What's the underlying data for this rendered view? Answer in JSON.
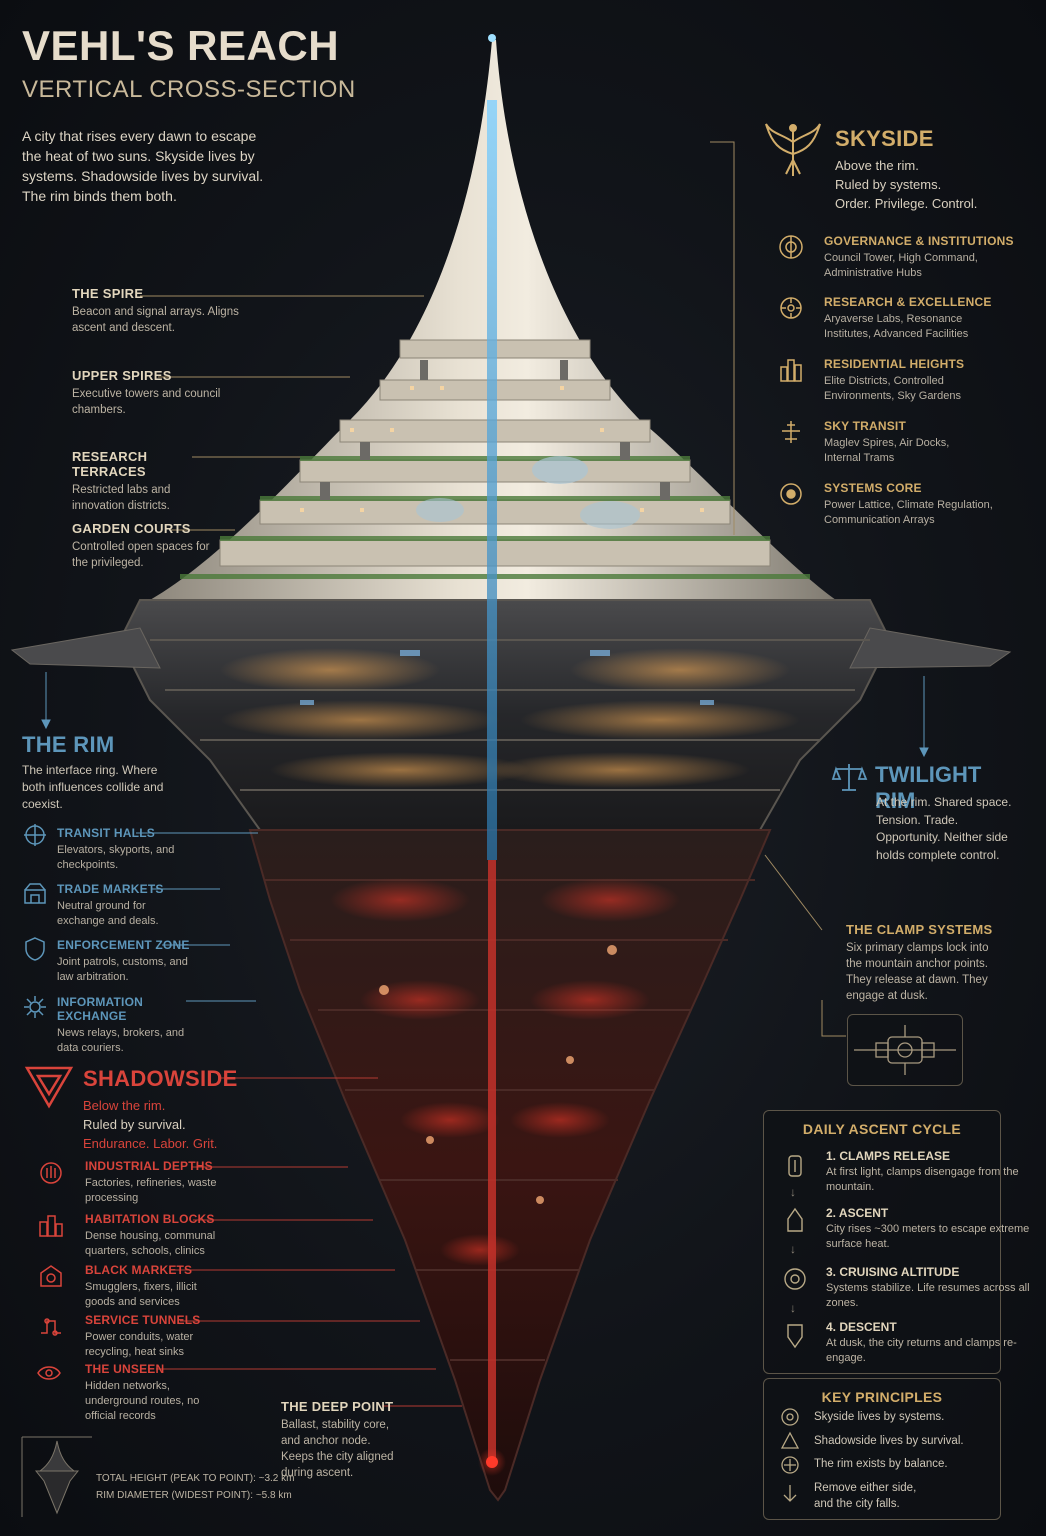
{
  "header": {
    "title": "VEHL'S REACH",
    "subtitle": "VERTICAL CROSS-SECTION",
    "intro": "A city that rises every dawn to escape the heat of two suns. Skyside lives by systems. Shadowside lives by survival. The rim binds them both."
  },
  "left_callouts": [
    {
      "title": "THE SPIRE",
      "desc": "Beacon and signal arrays. Aligns ascent and descent."
    },
    {
      "title": "UPPER SPIRES",
      "desc": "Executive towers and council chambers."
    },
    {
      "title": "RESEARCH TERRACES",
      "desc": "Restricted labs and innovation districts."
    },
    {
      "title": "GARDEN COURTS",
      "desc": "Controlled open spaces for the privileged."
    }
  ],
  "skyside": {
    "heading": "SKYSIDE",
    "lines": [
      "Above the rim.",
      "Ruled by systems.",
      "Order. Privilege. Control."
    ],
    "items": [
      {
        "title": "GOVERNANCE & INSTITUTIONS",
        "desc": "Council Tower, High Command, Administrative Hubs",
        "icon": "governance-icon"
      },
      {
        "title": "RESEARCH & EXCELLENCE",
        "desc": "Aryaverse Labs, Resonance Institutes, Advanced Facilities",
        "icon": "research-icon"
      },
      {
        "title": "RESIDENTIAL HEIGHTS",
        "desc": "Elite Districts, Controlled Environments, Sky Gardens",
        "icon": "residential-icon"
      },
      {
        "title": "SKY TRANSIT",
        "desc": "Maglev Spires, Air Docks, Internal Trams",
        "icon": "transit-icon"
      },
      {
        "title": "SYSTEMS CORE",
        "desc": "Power Lattice, Climate Regulation, Communication Arrays",
        "icon": "systems-core-icon"
      }
    ]
  },
  "rim": {
    "heading": "THE RIM",
    "desc": "The interface ring. Where both influences collide and coexist.",
    "items": [
      {
        "title": "TRANSIT HALLS",
        "desc": "Elevators, skyports, and checkpoints.",
        "icon": "transit-halls-icon"
      },
      {
        "title": "TRADE MARKETS",
        "desc": "Neutral ground for exchange and deals.",
        "icon": "trade-markets-icon"
      },
      {
        "title": "ENFORCEMENT ZONE",
        "desc": "Joint patrols, customs, and law arbitration.",
        "icon": "enforcement-icon"
      },
      {
        "title": "INFORMATION EXCHANGE",
        "desc": "News relays, brokers, and data couriers.",
        "icon": "information-icon"
      }
    ]
  },
  "twilight": {
    "heading": "TWILIGHT RIM",
    "desc": "At the rim. Shared space. Tension. Trade. Opportunity. Neither side holds complete control."
  },
  "clamps": {
    "title": "THE CLAMP SYSTEMS",
    "desc": "Six primary clamps lock into the mountain anchor points. They release at dawn. They engage at dusk."
  },
  "shadowside": {
    "heading": "SHADOWSIDE",
    "lines": [
      "Below the rim.",
      "Ruled by survival.",
      "Endurance. Labor. Grit."
    ],
    "items": [
      {
        "title": "INDUSTRIAL DEPTHS",
        "desc": "Factories, refineries, waste processing",
        "icon": "industrial-icon"
      },
      {
        "title": "HABITATION BLOCKS",
        "desc": "Dense housing, communal quarters, schools, clinics",
        "icon": "habitation-icon"
      },
      {
        "title": "BLACK MARKETS",
        "desc": "Smugglers, fixers, illicit goods and services",
        "icon": "black-market-icon"
      },
      {
        "title": "SERVICE TUNNELS",
        "desc": "Power conduits, water recycling, heat sinks",
        "icon": "service-tunnels-icon"
      },
      {
        "title": "THE UNSEEN",
        "desc": "Hidden networks, underground routes, no official records",
        "icon": "unseen-icon"
      }
    ]
  },
  "deep_point": {
    "title": "THE DEEP POINT",
    "desc": "Ballast, stability core, and anchor node. Keeps the city aligned during ascent."
  },
  "ascent_cycle": {
    "title": "DAILY ASCENT CYCLE",
    "steps": [
      {
        "title": "1. CLAMPS RELEASE",
        "desc": "At first light, clamps disengage from the mountain."
      },
      {
        "title": "2. ASCENT",
        "desc": "City rises ~300 meters to escape extreme surface heat."
      },
      {
        "title": "3. CRUISING ALTITUDE",
        "desc": "Systems stabilize. Life resumes across all zones."
      },
      {
        "title": "4. DESCENT",
        "desc": "At dusk, the city returns and clamps re-engage."
      }
    ]
  },
  "key_principles": {
    "title": "KEY PRINCIPLES",
    "items": [
      "Skyside lives by systems.",
      "Shadowside lives by survival.",
      "The rim exists by balance.",
      "Remove either side, and the city falls."
    ]
  },
  "dimensions": {
    "height": "TOTAL HEIGHT (PEAK TO POINT): ~3.2 km",
    "diameter": "RIM DIAMETER (WIDEST POINT): ~5.8 km"
  },
  "colors": {
    "gold": "#d2ad6a",
    "blue": "#5d96ba",
    "red": "#d9443b",
    "background": "#111419"
  }
}
